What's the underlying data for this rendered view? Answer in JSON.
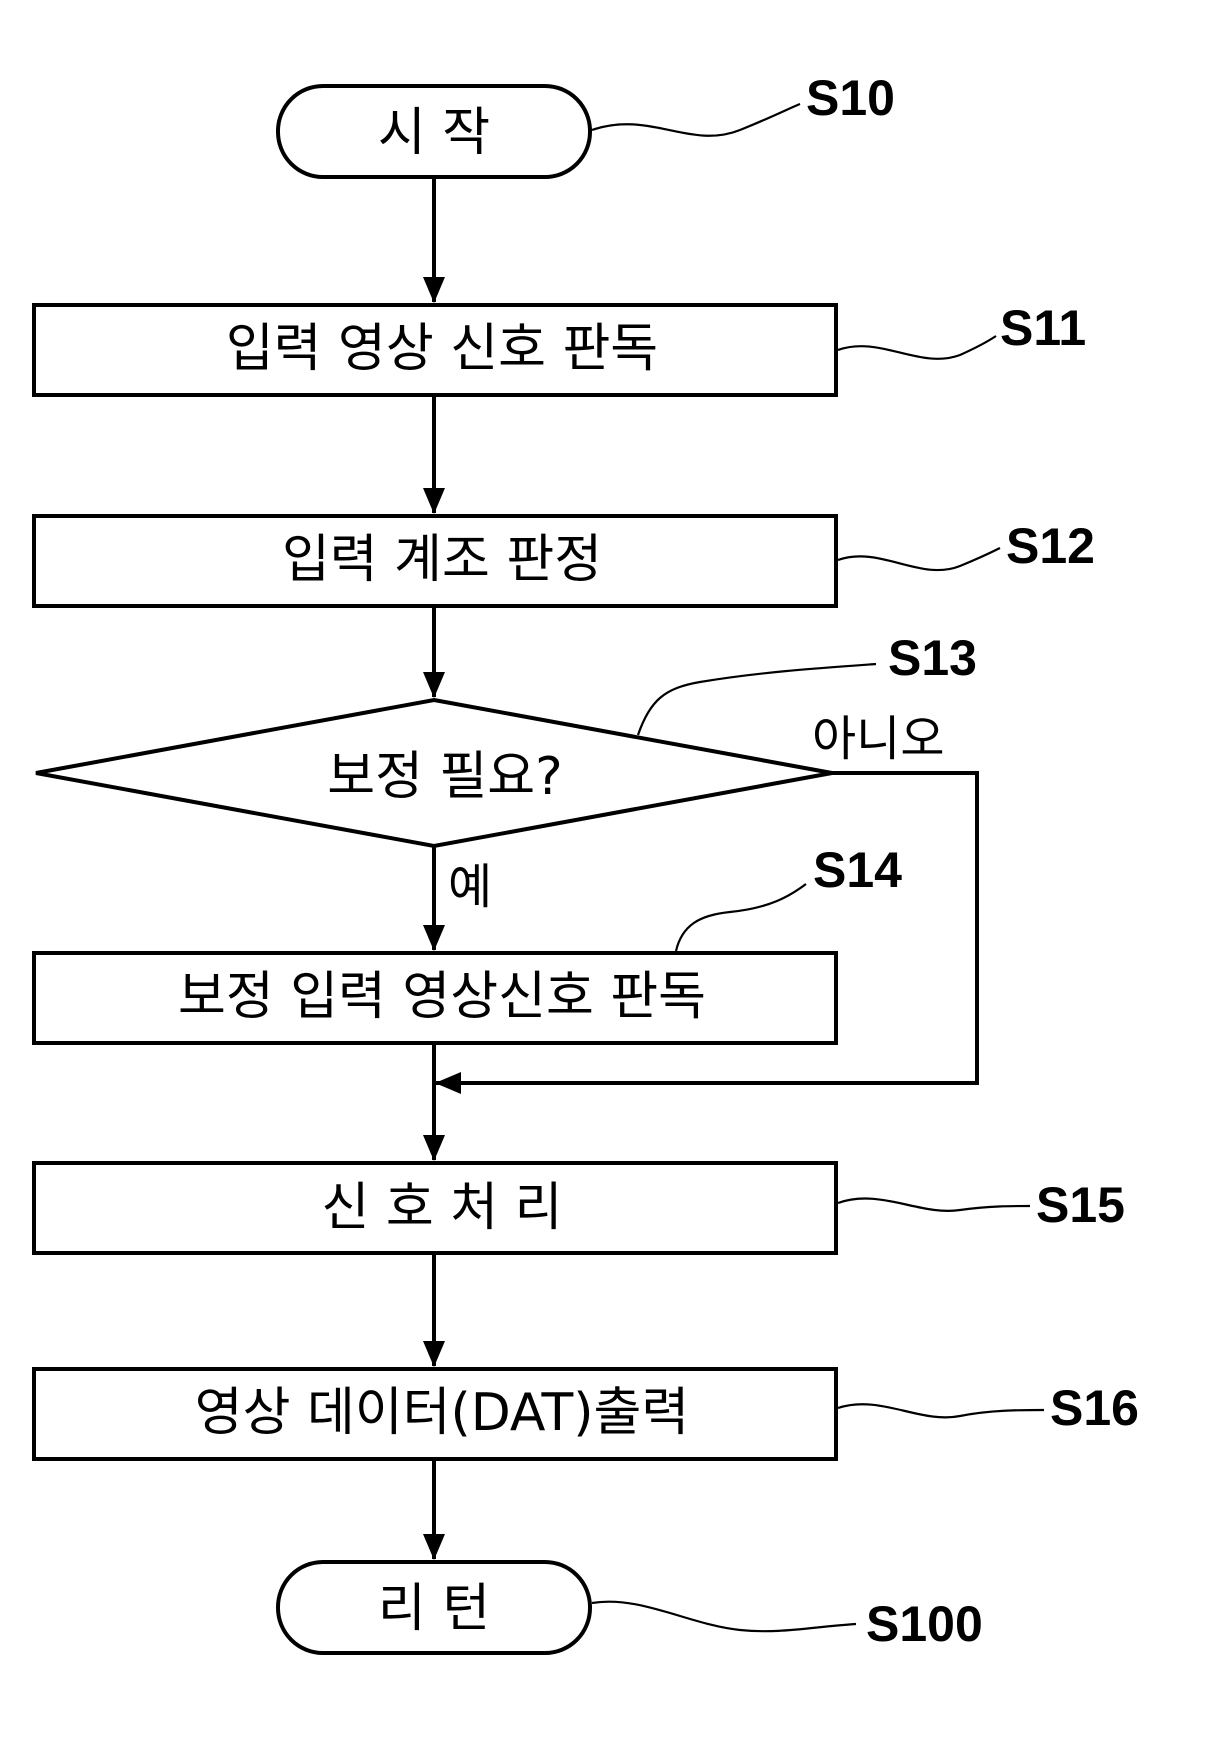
{
  "flowchart": {
    "start": {
      "text": "시 작",
      "step": "S10"
    },
    "s11": {
      "text": "입력 영상 신호 판독",
      "step": "S11"
    },
    "s12": {
      "text": "입력 계조 판정",
      "step": "S12"
    },
    "s13": {
      "text": "보정 필요?",
      "step": "S13",
      "no_label": "아니오",
      "yes_label": "예"
    },
    "s14": {
      "text": "보정 입력 영상신호 판독",
      "step": "S14"
    },
    "s15": {
      "text": "신 호 처 리",
      "step": "S15"
    },
    "s16": {
      "text": "영상 데이터(DAT)출력",
      "step": "S16"
    },
    "end": {
      "text": "리 턴",
      "step": "S100"
    }
  }
}
